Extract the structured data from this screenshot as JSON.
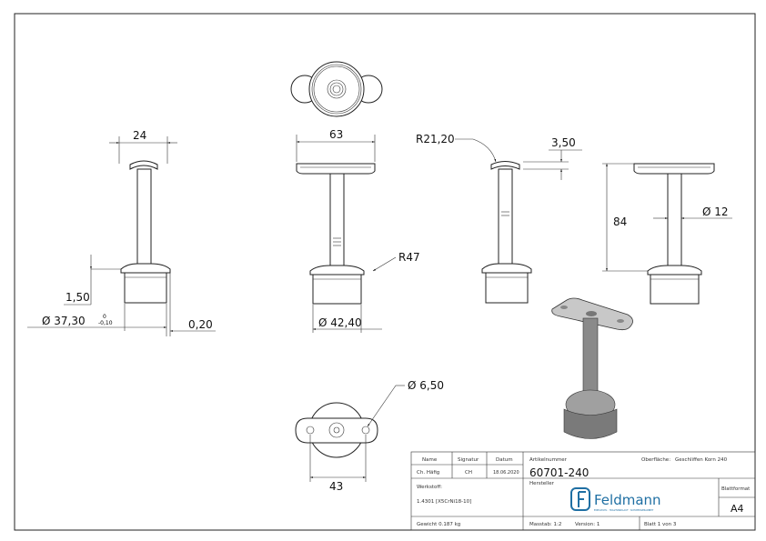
{
  "dimensions": {
    "saddle_width": "24",
    "wall_thickness": "1,50",
    "base_diameter": "Ø 37,30",
    "tolerance_upper": "0",
    "tolerance_lower": "-0,10",
    "gap": "0,20",
    "plate_length": "63",
    "base_radius": "R47",
    "outer_diameter": "Ø 42,40",
    "saddle_radius": "R21,20",
    "saddle_height": "3,50",
    "height": "84",
    "tube_diameter": "Ø 12",
    "hole_diameter": "Ø 6,50",
    "hole_spacing": "43"
  },
  "title_block": {
    "name_label": "Name",
    "signature_label": "Signatur",
    "date_label": "Datum",
    "name": "Ch. Häfig",
    "signature": "CH",
    "date": "18.06.2020",
    "article_label": "Artikelnummer",
    "article_number": "60701-240",
    "surface_label": "Oberfläche:",
    "surface": "Geschliffen Korn 240",
    "material_label": "Werkstoff:",
    "material": "1.4301 [X5CrNi18-10]",
    "manufacturer_label": "Hersteller",
    "logo_text": "Feldmann",
    "logo_tagline": "EDELSTAHL · HOLZHANDLAUF · SCHWEISSERARBEIT",
    "format_label": "Blattformat",
    "format": "A4",
    "weight": "Gewicht 0.187 kg",
    "scale": "Masstab: 1:2",
    "version": "Version: 1",
    "sheet": "Blatt 1 von 3",
    "brand_color": "#1f6fa3"
  }
}
